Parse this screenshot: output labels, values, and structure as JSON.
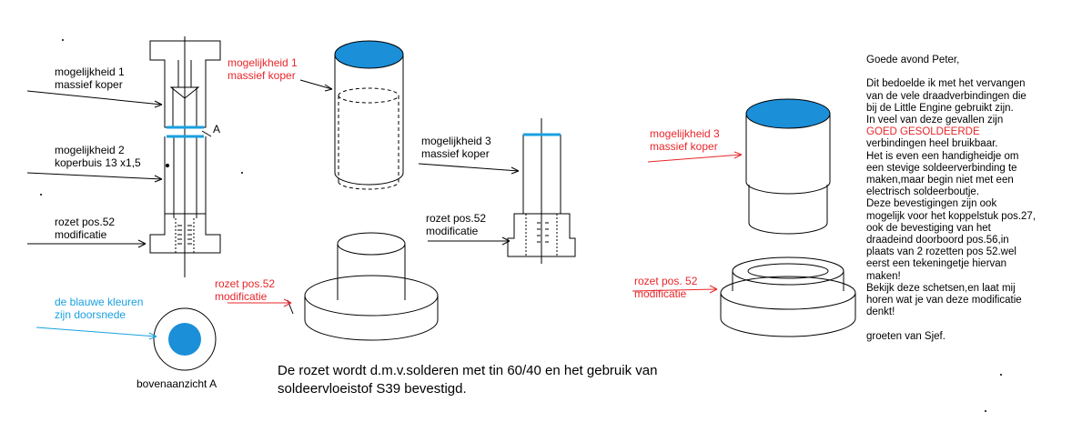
{
  "colors": {
    "red": "#e8262a",
    "blue": "#1aa0e0",
    "fill_blue": "#1b8fd8"
  },
  "left_drawing": {
    "label1": [
      "mogelijkheid 1",
      "massief koper"
    ],
    "label2": [
      "mogelijkheid 2",
      "koperbuis 13 x1,5"
    ],
    "label3": [
      "rozet pos.52",
      "modificatie"
    ],
    "section_mark": "A",
    "blue_note": [
      "de blauwe kleuren",
      "zijn doorsnede"
    ],
    "top_view_label": "bovenaanzicht A"
  },
  "middle_drawing": {
    "label1": [
      "mogelijkheid 1",
      "massief koper"
    ],
    "label2": [
      "rozet pos.52",
      "modificatie"
    ]
  },
  "option3_drawing": {
    "label1": [
      "mogelijkheid 3",
      "massief koper"
    ],
    "label2": [
      "rozet pos.52",
      "modificatie"
    ]
  },
  "right_drawing": {
    "label1": [
      "mogelijkheid 3",
      "massief koper"
    ],
    "label2": [
      "rozet pos. 52",
      "modificatie"
    ]
  },
  "caption": [
    "De rozet wordt d.m.v.solderen met tin 60/40 en het gebruik van",
    "soldeervloeistof S39 bevestigd."
  ],
  "letter": {
    "greeting": "Goede avond Peter,",
    "body_before": "Dit bedoelde ik met het vervangen\nvan de vele draadverbindingen die\nbij de Little Engine gebruikt zijn.\nIn veel van deze gevallen zijn",
    "highlight": "GOED GESOLDEERDE",
    "body_after": "verbindingen heel bruikbaar.\nHet is even een handigheidje om\neen stevige soldeerverbinding te\nmaken,maar begin niet met een\nelectrisch soldeerboutje.\nDeze bevestigingen zijn ook\nmogelijk voor het koppelstuk pos.27,\nook de bevestiging van het\ndraadeind doorboord pos.56,in\nplaats van 2 rozetten pos 52.wel\neerst een tekeningetje hiervan\nmaken!\nBekijk deze schetsen,en laat mij\nhoren wat je van deze modificatie\ndenkt!",
    "closing": "groeten van Sjef."
  }
}
